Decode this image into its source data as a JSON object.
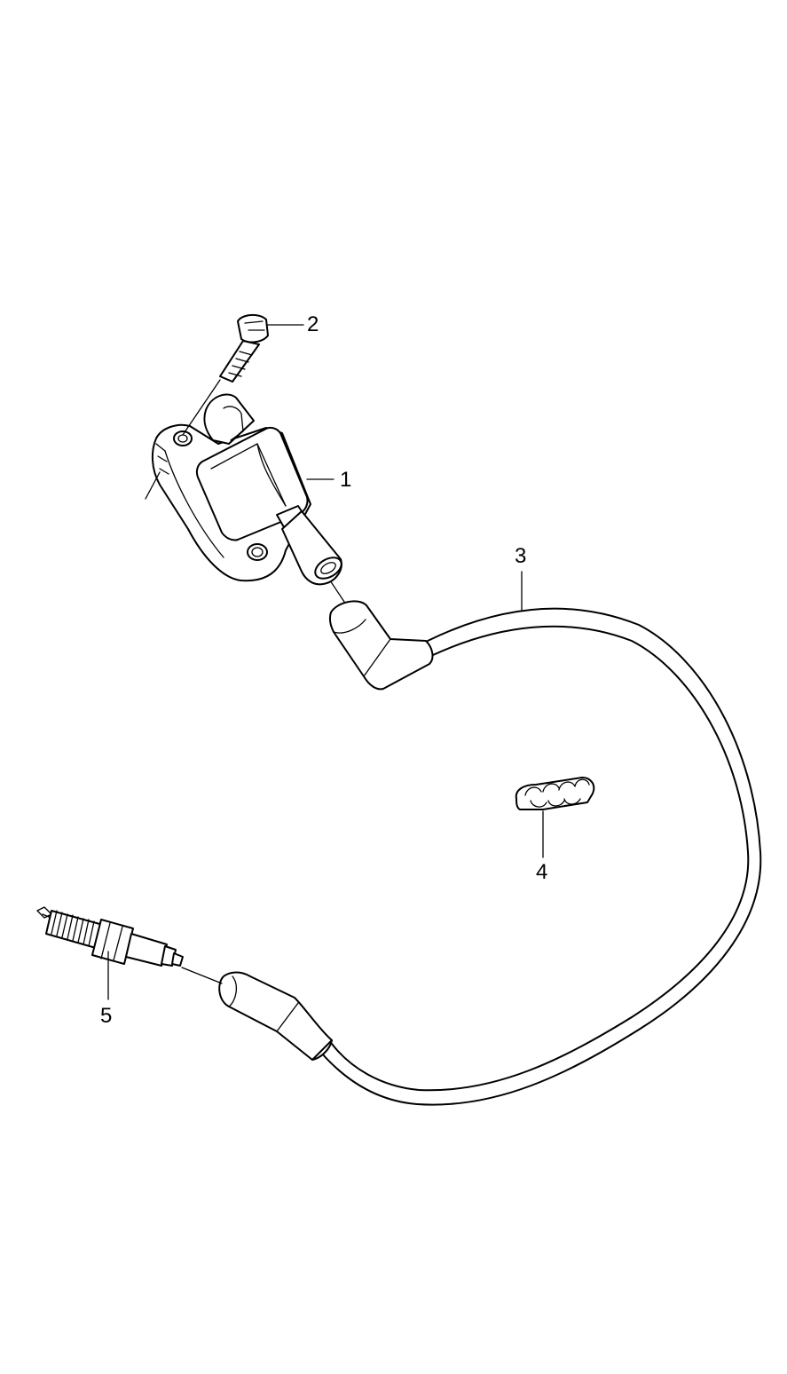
{
  "callouts": {
    "c1": "1",
    "c2": "2",
    "c3": "3",
    "c4": "4",
    "c5": "5"
  },
  "colors": {
    "background": "#ffffff",
    "line": "#000000"
  }
}
